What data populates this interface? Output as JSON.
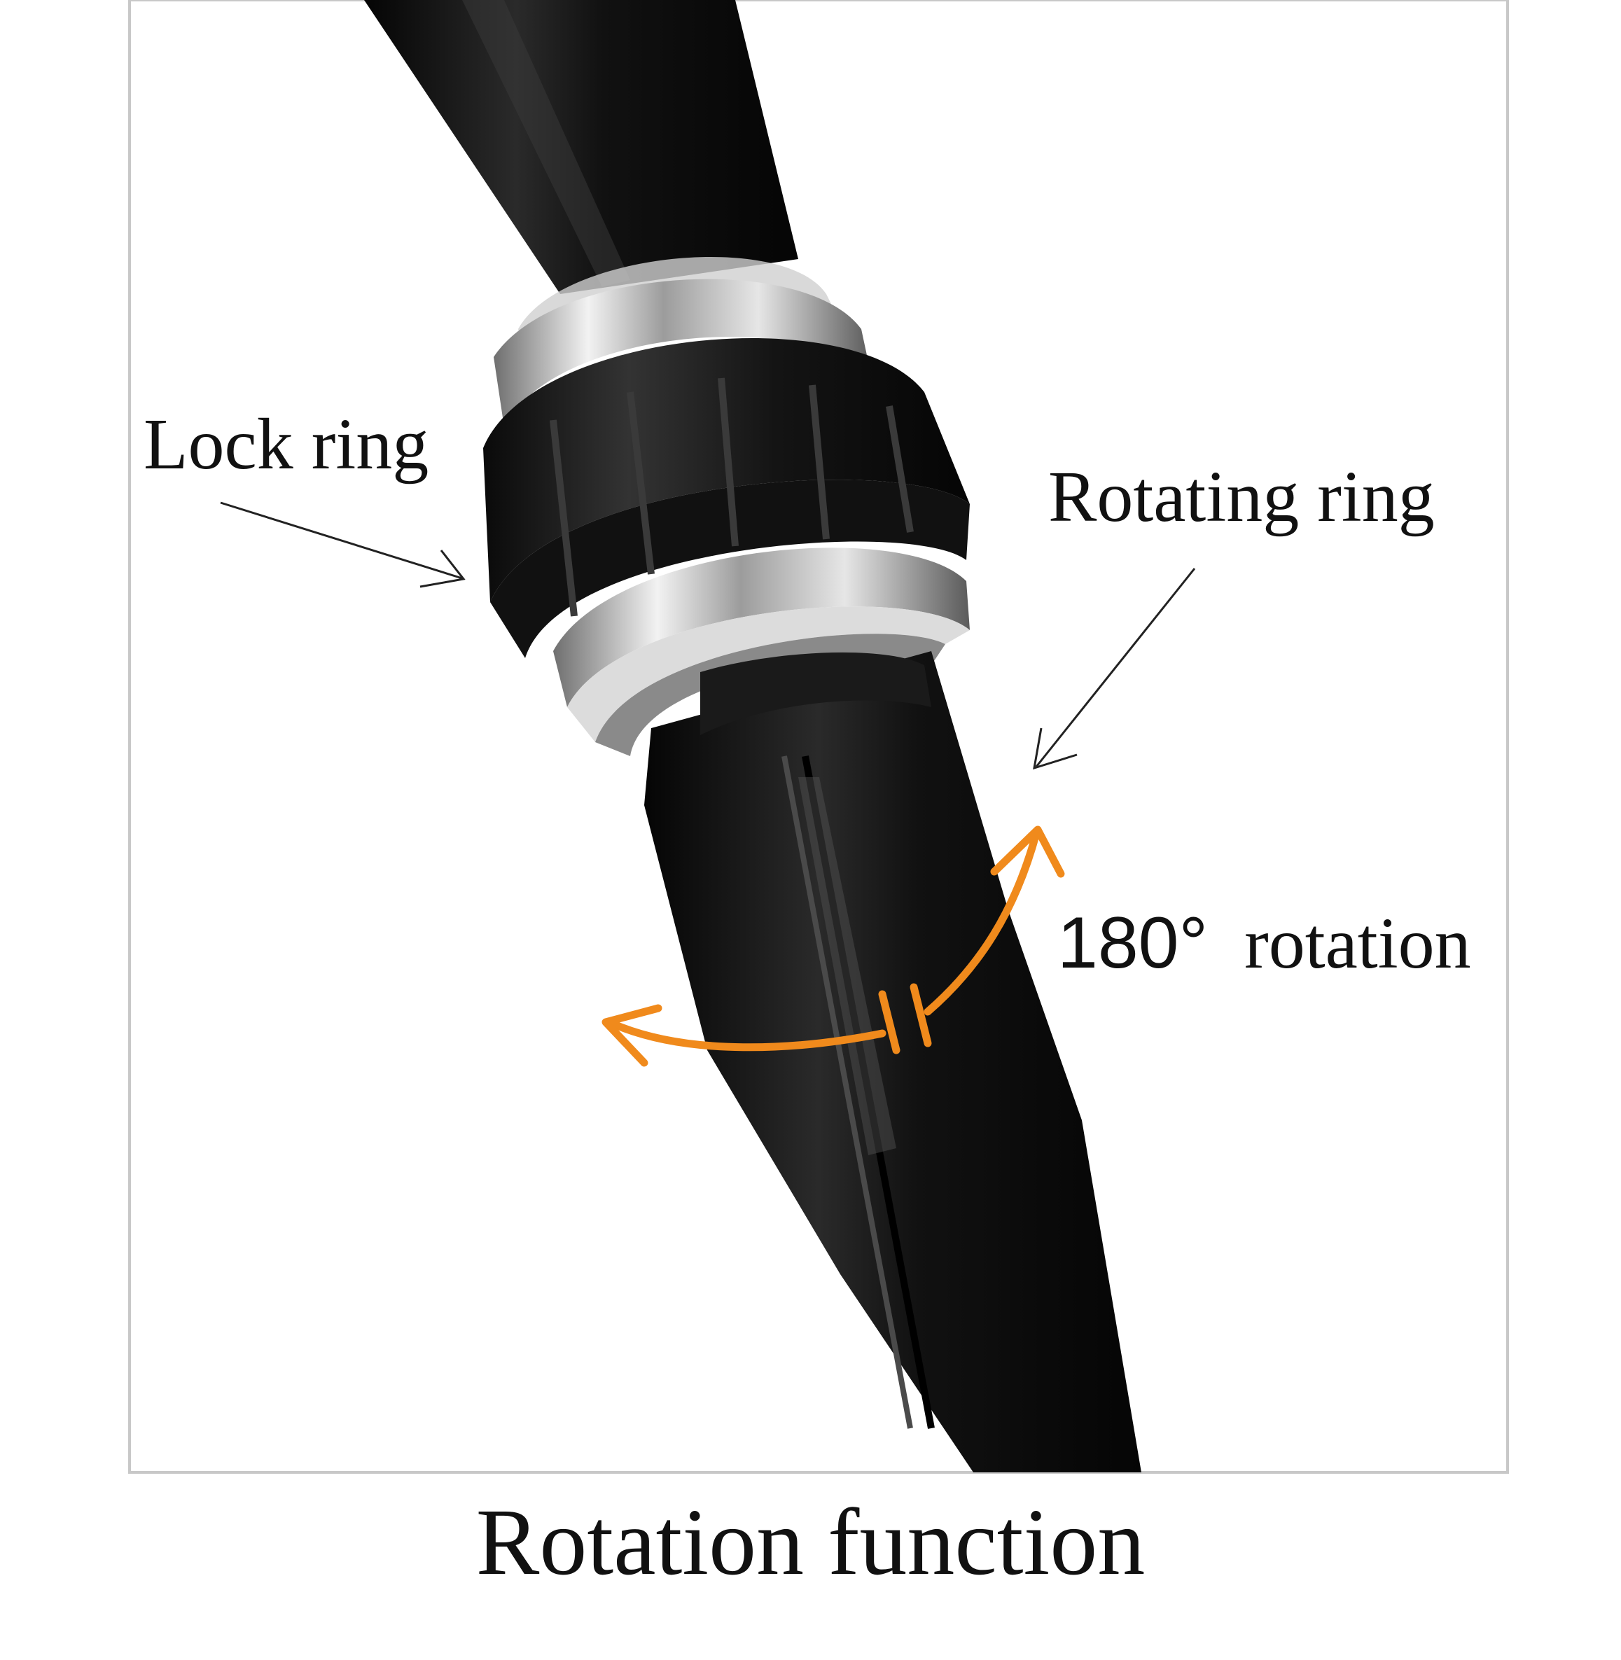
{
  "labels": {
    "lock_ring": "Lock ring",
    "rotating_ring": "Rotating ring",
    "rotation_degrees": "180°",
    "rotation_word": "rotation"
  },
  "caption": "Rotation function",
  "colors": {
    "background": "#ffffff",
    "frame": "#c8c8c8",
    "instrument_body": "#0d0d0d",
    "steel_band": "#b9b9b9",
    "arrow_accent": "#f08a1c",
    "text": "#111111"
  },
  "icons": {
    "left_pointer": "thin-arrow-icon",
    "right_pointer": "thin-arrow-icon",
    "rotation_indicator": "curved-double-arrow-icon"
  }
}
